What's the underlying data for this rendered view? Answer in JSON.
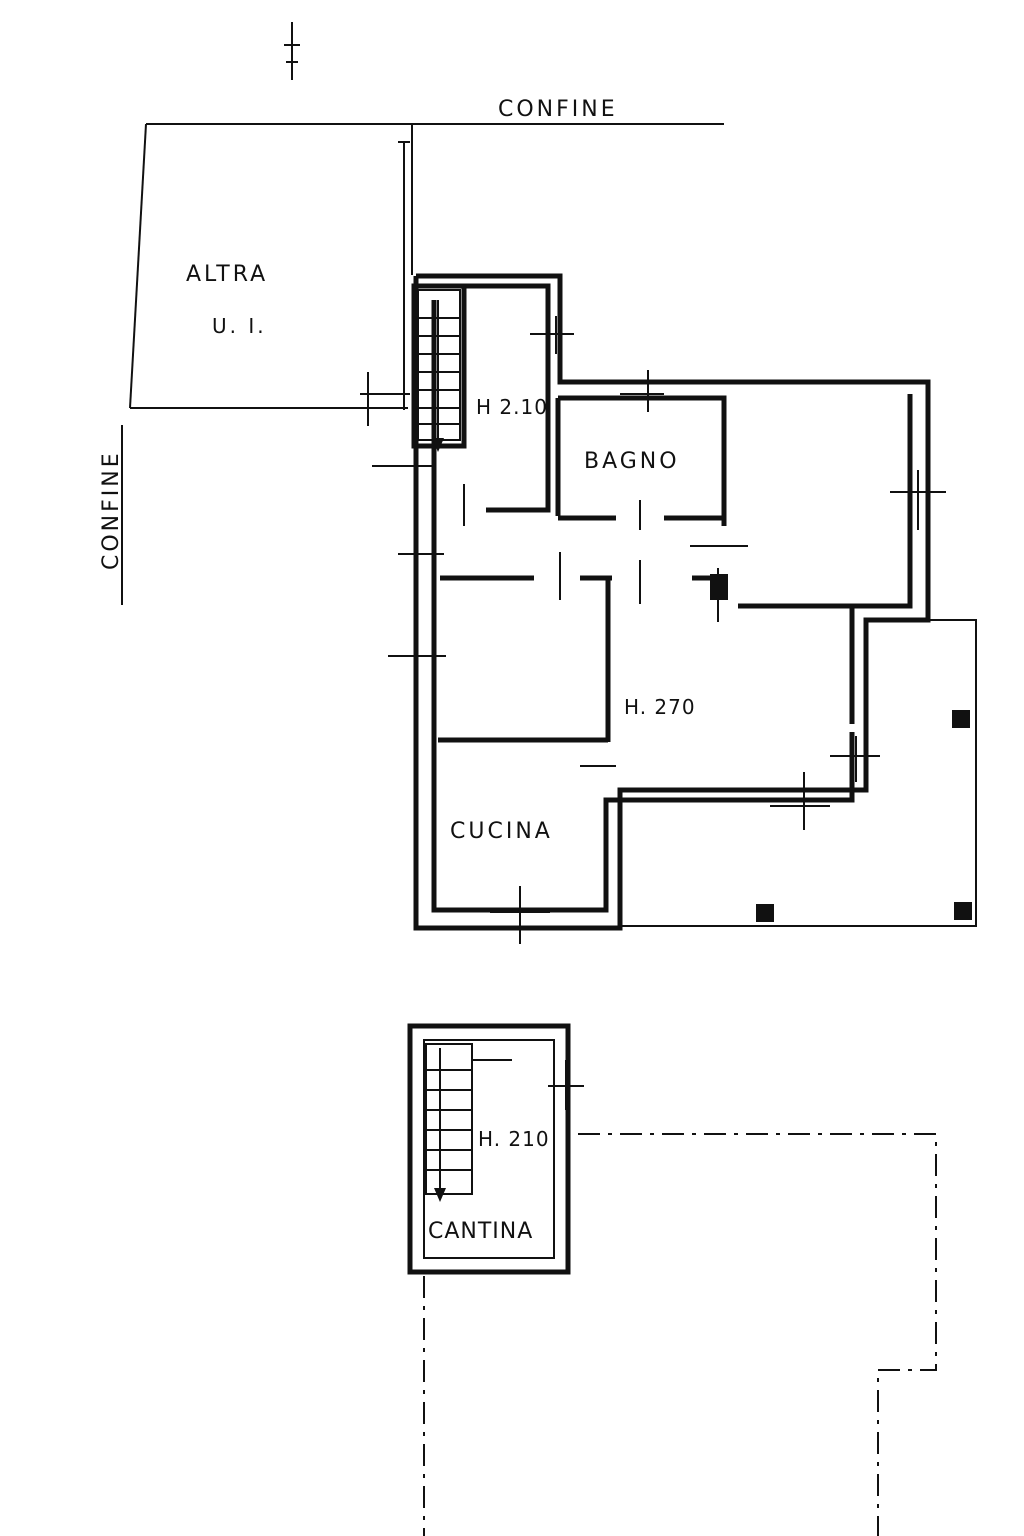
{
  "labels": {
    "confine_top": "CONFINE",
    "confine_left": "CONFINE",
    "altra_line1": "ALTRA",
    "altra_line2": "U. I.",
    "stair_height": "H 2.10",
    "bagno": "BAGNO",
    "main_height": "H. 270",
    "cucina": "CUCINA",
    "cantina_height": "H. 210",
    "cantina": "CANTINA"
  },
  "colors": {
    "ink": "#111111",
    "paper": "#ffffff"
  }
}
